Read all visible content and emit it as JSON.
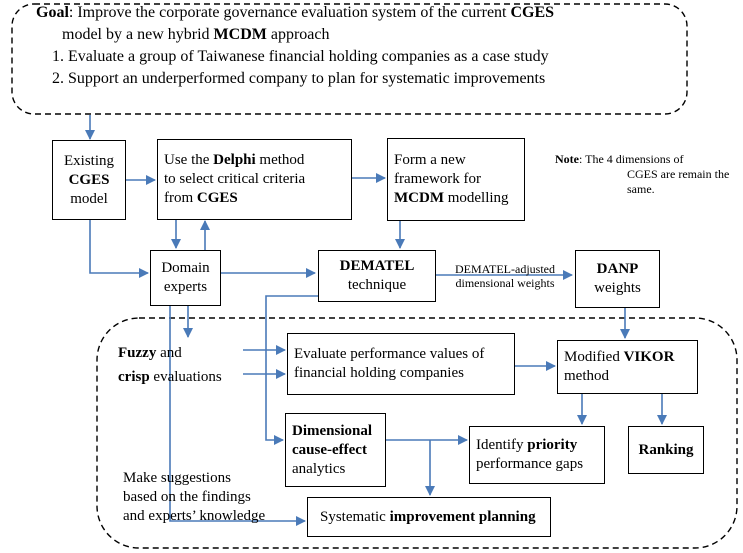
{
  "goal": {
    "label": "Goal",
    "text_a": ": Improve the corporate governance evaluation system of the current ",
    "text_a_bold": "CGES",
    "text_b": "model by a new hybrid ",
    "text_b_bold": "MCDM",
    "text_b_end": " approach",
    "item1": "1.  Evaluate a group of Taiwanese financial holding companies as a case study",
    "item2": "2.  Support an underperformed company to plan for systematic improvements"
  },
  "note": {
    "label": "Note",
    "line1": ": The 4 dimensions of",
    "line2": "CGES are remain the",
    "line3": "same."
  },
  "boxes": {
    "existing": {
      "l1": "Existing",
      "l2_bold": "CGES",
      "l3": "model"
    },
    "delphi": {
      "l1a": "Use the ",
      "l1b_bold": "Delphi",
      "l1c": " method",
      "l2": "to select critical criteria",
      "l3a": "from ",
      "l3b_bold": "CGES"
    },
    "framework": {
      "l1": "Form a new",
      "l2": "framework for",
      "l3a_bold": "MCDM",
      "l3b": " modelling"
    },
    "experts": {
      "l1": "Domain",
      "l2": "experts"
    },
    "dematel": {
      "l1_bold": "DEMATEL",
      "l2": "technique"
    },
    "danp": {
      "l1_bold": "DANP",
      "l2": "weights"
    },
    "evaluate": {
      "l1": "Evaluate performance values of",
      "l2": "financial holding companies"
    },
    "vikor": {
      "l1": "Modified ",
      "l1_bold": "VIKOR",
      "l2": "method"
    },
    "causeeffect": {
      "l1_bold": "Dimensional",
      "l2_bold": "cause-effect",
      "l3": "analytics"
    },
    "priority": {
      "l1a": "Identify ",
      "l1b_bold": "priority",
      "l2": "performance gaps"
    },
    "ranking": {
      "l1_bold": "Ranking"
    },
    "improvement": {
      "l1a": "Systematic ",
      "l1b_bold": "improvement planning"
    }
  },
  "labels": {
    "dematel_adjusted_l1": "DEMATEL-adjusted",
    "dematel_adjusted_l2": "dimensional weights",
    "fuzzy_l1_bold": "Fuzzy",
    "fuzzy_l1_end": " and",
    "fuzzy_l2_bold": "crisp",
    "fuzzy_l2_end": " evaluations",
    "suggest_l1": "Make suggestions",
    "suggest_l2": "based on the findings",
    "suggest_l3": "and experts’ knowledge"
  }
}
